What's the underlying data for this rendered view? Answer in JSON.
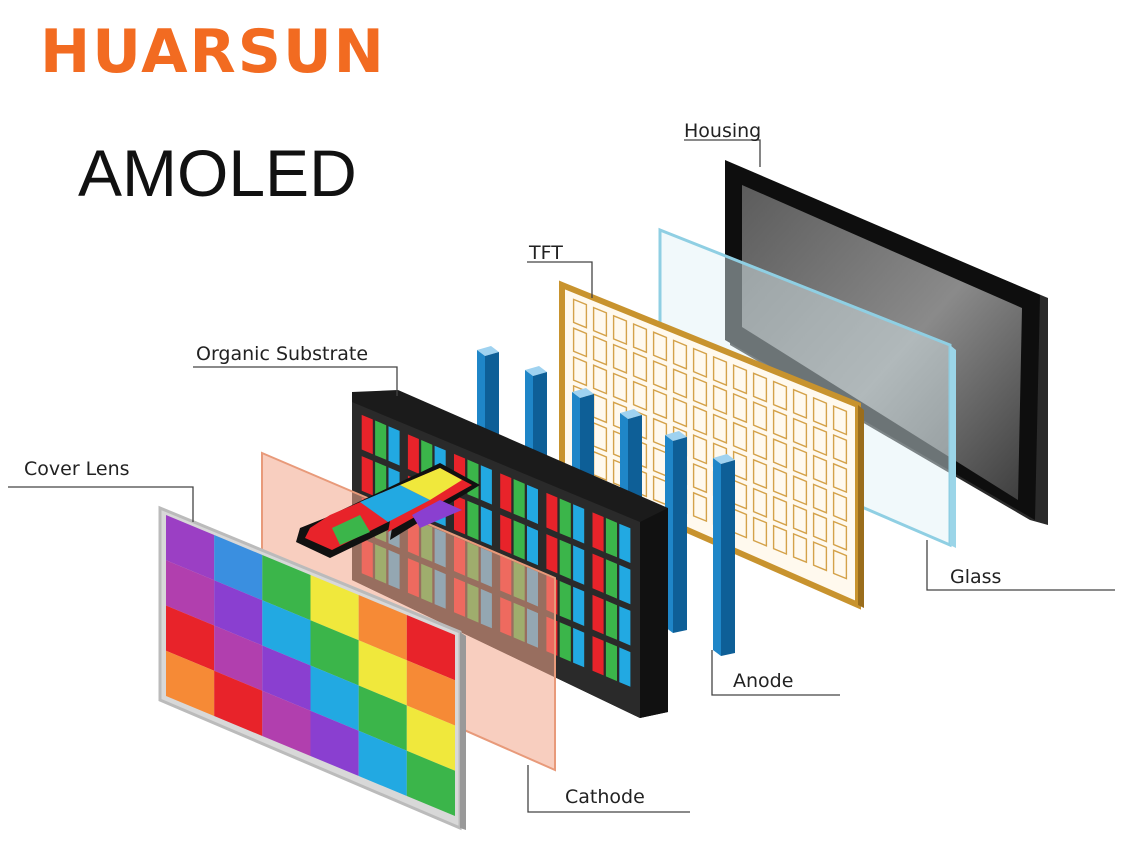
{
  "brand": "HUARSUN",
  "title": "AMOLED",
  "labels": {
    "housing": "Housing",
    "tft": "TFT",
    "organic_substrate": "Organic Substrate",
    "cover_lens": "Cover Lens",
    "glass": "Glass",
    "anode": "Anode",
    "cathode": "Cathode"
  },
  "colors": {
    "brand": "#f26b21",
    "frame": "#1a1a1a",
    "tft": "#d4a24a",
    "anode": "#1f86c8",
    "cathode": "#f2b79c",
    "glass": "#bfe3ee"
  },
  "cover_lens_cells": [
    [
      "#9b3fc4",
      "#3a8fe0",
      "#3bb54a",
      "#f0e83c",
      "#f68a36",
      "#e8232a"
    ],
    [
      "#b13fae",
      "#8a3fd0",
      "#22a9e2",
      "#3bb54a",
      "#f0e83c",
      "#f68a36"
    ],
    [
      "#e8232a",
      "#b13fae",
      "#8a3fd0",
      "#22a9e2",
      "#3bb54a",
      "#f0e83c"
    ],
    [
      "#f68a36",
      "#e8232a",
      "#b13fae",
      "#8a3fd0",
      "#22a9e2",
      "#3bb54a"
    ]
  ]
}
